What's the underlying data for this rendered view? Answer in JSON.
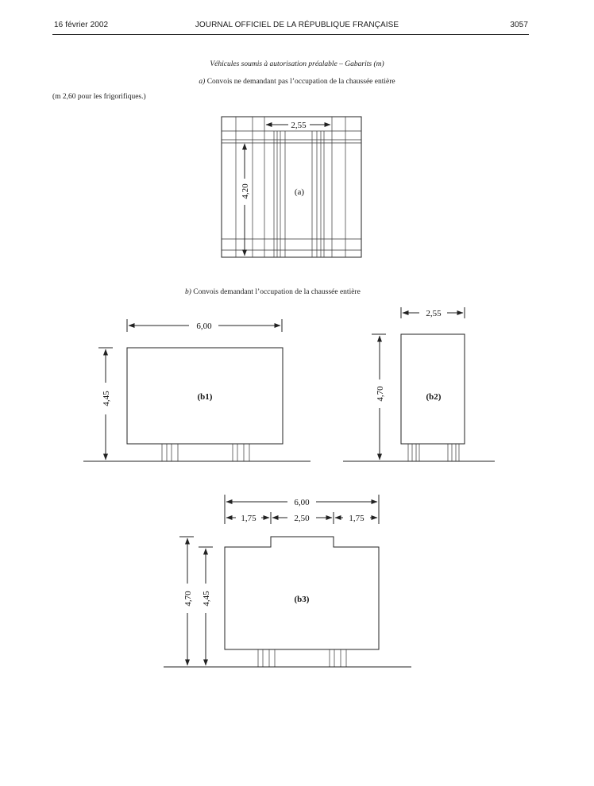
{
  "header": {
    "date": "16 février 2002",
    "journal": "JOURNAL OFFICIEL DE LA RÉPUBLIQUE FRANÇAISE",
    "page": "3057"
  },
  "section": {
    "title": "Véhicules soumis à autorisation préalable – Gabarits (m)",
    "part_a_letter": "a)",
    "part_a_text": "Convois ne demandant pas l’occupation de la chaussée entière",
    "note": "(m 2,60 pour les frigorifiques.)",
    "part_b_letter": "b)",
    "part_b_text": "Convois demandant l’occupation de la chaussée entière"
  },
  "figure_a": {
    "width": "2,55",
    "height": "4,20",
    "label": "(a)"
  },
  "figure_b1": {
    "width": "6,00",
    "height": "4,45",
    "label": "(b1)"
  },
  "figure_b2": {
    "width": "2,55",
    "height": "4,70",
    "label": "(b2)"
  },
  "figure_b3": {
    "width": "6,00",
    "left": "1,75",
    "middle": "2,50",
    "right": "1,75",
    "height_outer": "4,70",
    "height_inner": "4,45",
    "label": "(b3)"
  }
}
